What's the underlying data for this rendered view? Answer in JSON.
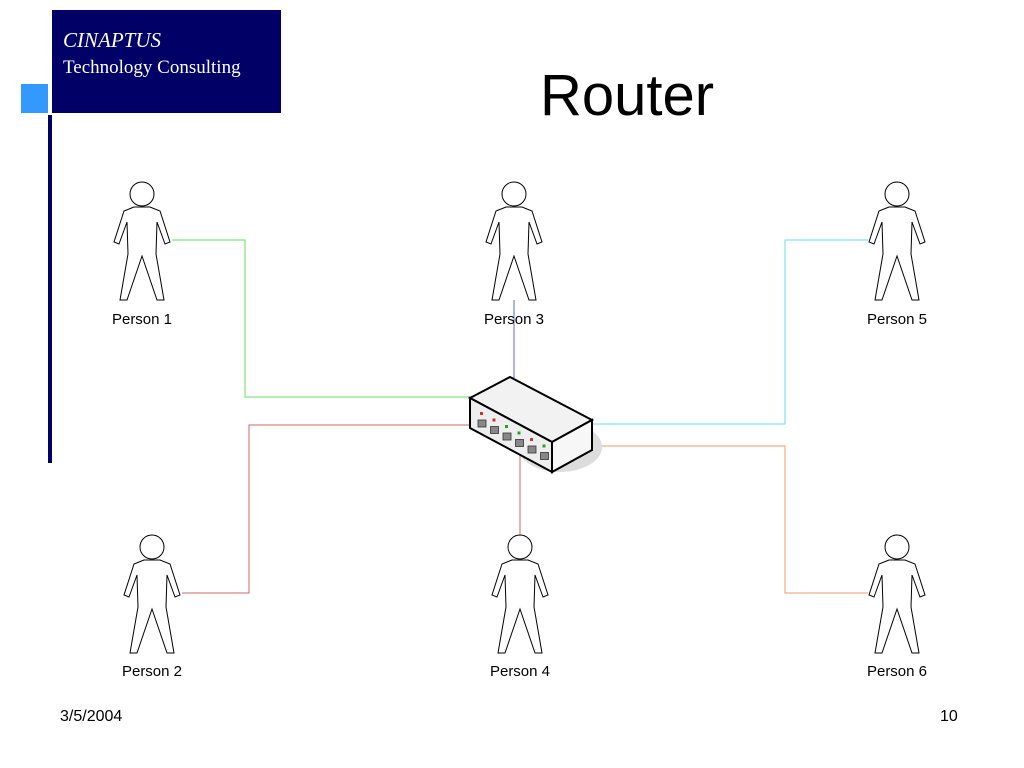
{
  "logo": {
    "line1": "CINAPTUS",
    "line2": "Technology Consulting"
  },
  "slide": {
    "title": "Router"
  },
  "people": [
    {
      "id": "person-1",
      "label": "Person 1"
    },
    {
      "id": "person-2",
      "label": "Person 2"
    },
    {
      "id": "person-3",
      "label": "Person 3"
    },
    {
      "id": "person-4",
      "label": "Person 4"
    },
    {
      "id": "person-5",
      "label": "Person 5"
    },
    {
      "id": "person-6",
      "label": "Person 6"
    }
  ],
  "links": [
    {
      "from": "person-1",
      "color": "#66dd66"
    },
    {
      "from": "person-2",
      "color": "#cc6666"
    },
    {
      "from": "person-3",
      "color": "#6666cc"
    },
    {
      "from": "person-4",
      "color": "#dd6666"
    },
    {
      "from": "person-5",
      "color": "#66ddee"
    },
    {
      "from": "person-6",
      "color": "#ee9966"
    }
  ],
  "footer": {
    "date": "3/5/2004",
    "page": "10"
  }
}
